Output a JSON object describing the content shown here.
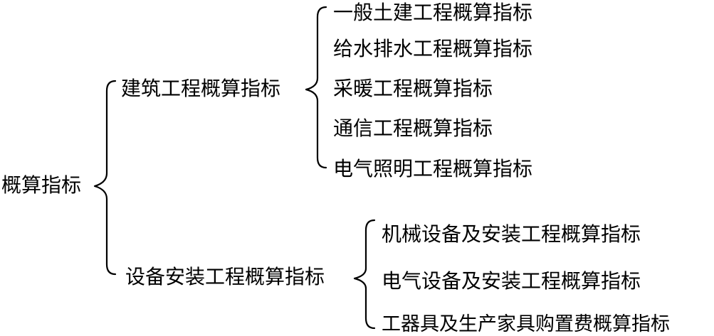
{
  "tree": {
    "root": {
      "label": "概算指标",
      "children": [
        {
          "label": "建筑工程概算指标",
          "children": [
            {
              "label": "一般土建工程概算指标"
            },
            {
              "label": "给水排水工程概算指标"
            },
            {
              "label": "采暖工程概算指标"
            },
            {
              "label": "通信工程概算指标"
            },
            {
              "label": "电气照明工程概算指标"
            }
          ]
        },
        {
          "label": "设备安装工程概算指标",
          "children": [
            {
              "label": "机械设备及安装工程概算指标"
            },
            {
              "label": "电气设备及安装工程概算指标"
            },
            {
              "label": "工器具及生产家具购置费概算指标"
            }
          ]
        }
      ]
    }
  },
  "style": {
    "text_color": "#000000",
    "line_color": "#000000",
    "background": "#ffffff"
  }
}
